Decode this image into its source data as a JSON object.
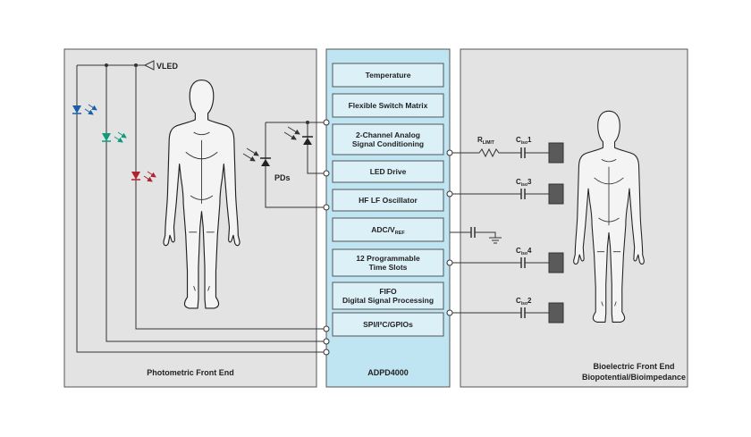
{
  "photometric": {
    "title": "Photometric Front End",
    "vled_label": "VLED",
    "pd_label": "PDs",
    "led_colors": [
      "#1c5fa8",
      "#0f9a7c",
      "#b0232a"
    ]
  },
  "chip": {
    "name": "ADPD4000",
    "blocks": [
      {
        "lines": [
          "Temperature"
        ]
      },
      {
        "lines": [
          "Flexible Switch Matrix"
        ]
      },
      {
        "lines": [
          "2-Channel Analog",
          "Signal Conditioning"
        ]
      },
      {
        "lines": [
          "LED Drive"
        ]
      },
      {
        "lines": [
          "HF LF Oscillator"
        ]
      },
      {
        "lines": [
          "ADC/V",
          "REF"
        ],
        "sub": true
      },
      {
        "lines": [
          "12 Programmable",
          "Time Slots"
        ]
      },
      {
        "lines": [
          "FIFO",
          "Digital Signal Processing"
        ]
      },
      {
        "lines": [
          "SPI/I²C/GPIOs"
        ]
      }
    ]
  },
  "bioelectric": {
    "title_line1": "Bioelectric Front End",
    "title_line2": "Biopotential/Bioimpedance",
    "rlimit": {
      "main": "R",
      "sub": "LIMIT"
    },
    "caps": [
      {
        "main": "C",
        "sub": "iso",
        "num": "1"
      },
      {
        "main": "C",
        "sub": "iso",
        "num": "3"
      },
      {
        "main": "C",
        "sub": "iso",
        "num": "4"
      },
      {
        "main": "C",
        "sub": "iso",
        "num": "2"
      }
    ]
  },
  "colors": {
    "panel": "#e3e3e3",
    "chip": "#bfe5f2",
    "block": "#dcf0f7",
    "electrode": "#5a5a5a"
  }
}
